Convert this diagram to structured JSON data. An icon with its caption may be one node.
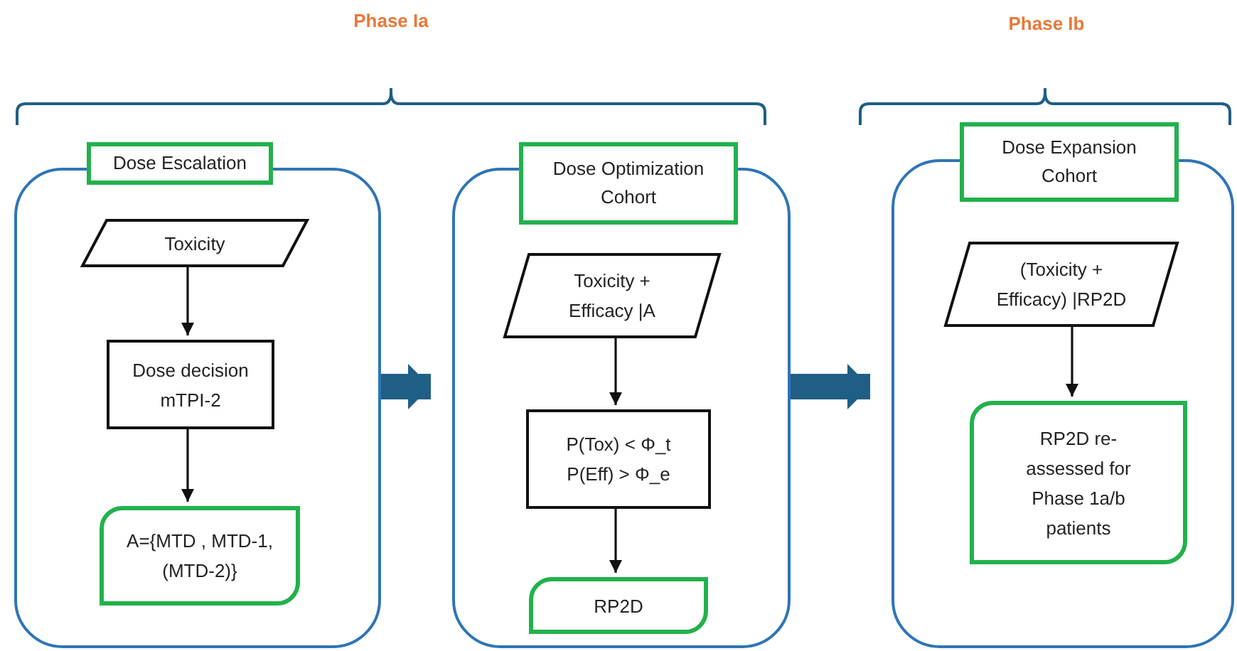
{
  "diagram": {
    "nodes": [
      {
        "text": [
          "Dose Escalation"
        ]
      },
      {
        "text": [
          "Toxicity"
        ],
        "in": 0
      },
      {
        "text": [
          "Dose decision mTPI-2"
        ],
        "in": 0
      },
      {
        "text": [
          "A={MTD , MTD-1, (MTD-2)}"
        ],
        "in": 0
      },
      {
        "text": [
          "Dose Optimization Cohort"
        ]
      },
      {
        "text": [
          "Toxicity + Efficacy |A"
        ],
        "in": 4
      },
      {
        "text": [
          "P(Tox) < Φ_t P(Eff) > Φ_e"
        ],
        "in": 4
      },
      {
        "text": [
          "RP2D"
        ],
        "in": 4
      },
      {
        "text": [
          "Dose Expansion Cohort"
        ]
      },
      {
        "text": [
          "(Toxicity + Efficacy) |RP2D"
        ],
        "in": 8
      },
      {
        "text": [
          "RP2D re- assessed for Phase 1a/b patients"
        ],
        "in": 8
      }
    ],
    "edges": [
      {
        "from": 1,
        "to": 2,
        "arrow": "to"
      },
      {
        "from": 2,
        "to": 3,
        "arrow": "to"
      },
      {
        "from": 0,
        "to": 4,
        "arrow": "to",
        "style": "thick",
        "color": "#1f5f85"
      },
      {
        "from": 5,
        "to": 6,
        "arrow": "to"
      },
      {
        "from": 6,
        "to": 7,
        "arrow": "to"
      },
      {
        "from": 4,
        "to": 8,
        "arrow": "to",
        "style": "thick",
        "color": "#1f5f85"
      },
      {
        "from": 9,
        "to": 10,
        "arrow": "to"
      }
    ],
    "labels": [
      "Phase Ia",
      "Phase Ib"
    ]
  }
}
